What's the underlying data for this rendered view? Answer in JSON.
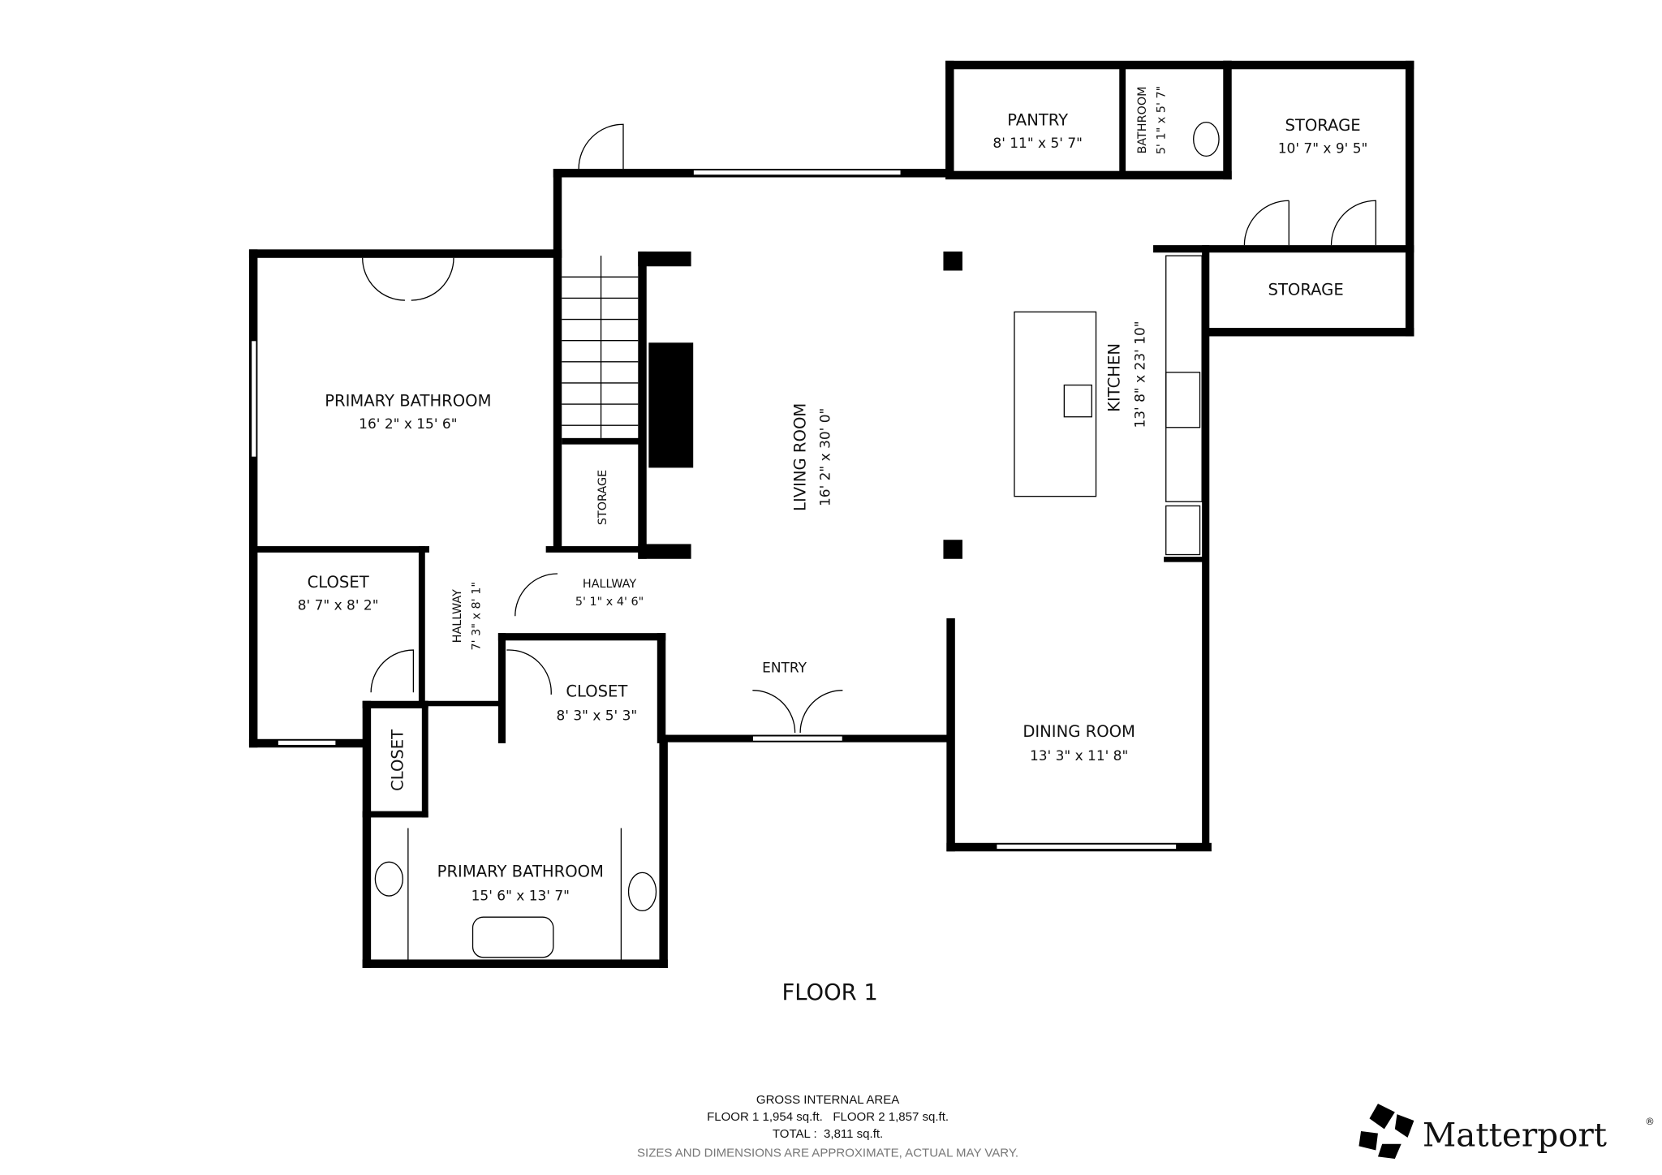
{
  "plan": {
    "floor_label": "FLOOR 1",
    "rooms": {
      "pantry": {
        "name": "PANTRY",
        "dims": "8' 11\" x 5' 7\""
      },
      "bathroom_small": {
        "name": "BATHROOM",
        "dims": "5' 1\" x 5' 7\""
      },
      "storage_top": {
        "name": "STORAGE",
        "dims": "10' 7\" x 9' 5\""
      },
      "storage_lower": {
        "name": "STORAGE"
      },
      "kitchen": {
        "name": "KITCHEN",
        "dims": "13' 8\" x 23' 10\""
      },
      "living": {
        "name": "LIVING ROOM",
        "dims": "16' 2\" x 30' 0\""
      },
      "primary_upper": {
        "name": "PRIMARY BATHROOM",
        "dims": "16' 2\" x 15' 6\""
      },
      "storage_stair": {
        "name": "STORAGE"
      },
      "closet_left": {
        "name": "CLOSET",
        "dims": "8' 7\" x 8' 2\""
      },
      "hallway_left": {
        "name": "HALLWAY",
        "dims": "7' 3\" x 8' 1\""
      },
      "hallway_mid": {
        "name": "HALLWAY",
        "dims": "5' 1\" x 4' 6\""
      },
      "closet_mid": {
        "name": "CLOSET",
        "dims": "8' 3\" x 5' 3\""
      },
      "closet_small": {
        "name": "CLOSET"
      },
      "entry": {
        "name": "ENTRY"
      },
      "dining": {
        "name": "DINING ROOM",
        "dims": "13' 3\" x 11' 8\""
      },
      "primary_lower": {
        "name": "PRIMARY BATHROOM",
        "dims": "15' 6\" x 13' 7\""
      }
    }
  },
  "footer": {
    "title": "GROSS INTERNAL AREA",
    "floors": "FLOOR 1 1,954 sq.ft.   FLOOR 2 1,857 sq.ft.",
    "total": "TOTAL :  3,811 sq.ft.",
    "disclaimer": "SIZES AND DIMENSIONS ARE APPROXIMATE, ACTUAL MAY VARY."
  },
  "brand": {
    "name": "Matterport",
    "mark": "®"
  }
}
